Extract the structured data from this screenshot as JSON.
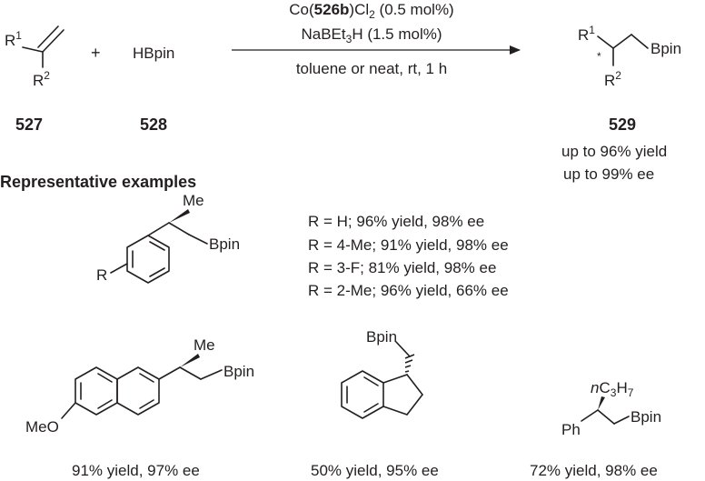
{
  "reaction": {
    "reactant1_number": "527",
    "reactant2_label": "HBpin",
    "reactant2_number": "528",
    "plus": "+",
    "product_number": "529",
    "conditions": {
      "catalyst_prefix": "Co(",
      "catalyst_bold": "526b",
      "catalyst_suffix": ")Cl",
      "catalyst_sub": "2",
      "catalyst_load": " (0.5 mol%)",
      "reductant_prefix": "NaBEt",
      "reductant_sub": "3",
      "reductant_suffix": "H (1.5 mol%)",
      "solvent": "toluene or neat, rt, 1 h"
    },
    "product_yield": "up to 96% yield",
    "product_ee": "up to 99% ee",
    "r_label": "R",
    "r1_sup": "1",
    "r2_sup": "2",
    "bpin": "Bpin",
    "star": "*"
  },
  "examples": {
    "heading": "Representative examples",
    "aryl": {
      "r_label": "R",
      "me_label": "Me",
      "bpin": "Bpin",
      "variants": [
        "R = H; 96% yield, 98% ee",
        "R = 4-Me; 91% yield, 98% ee",
        "R = 3-F; 81% yield, 98% ee",
        "R = 2-Me; 96% yield, 66% ee"
      ]
    },
    "naphthyl": {
      "meo_label": "MeO",
      "me_label": "Me",
      "bpin": "Bpin",
      "result": "91% yield, 97% ee"
    },
    "indane": {
      "bpin": "Bpin",
      "result": "50% yield, 95% ee"
    },
    "propyl": {
      "n_label": "n",
      "c_label": "C",
      "c_sub": "3",
      "h_label": "H",
      "h_sub": "7",
      "ph_label": "Ph",
      "bpin": "Bpin",
      "result": "72% yield, 98% ee"
    }
  }
}
